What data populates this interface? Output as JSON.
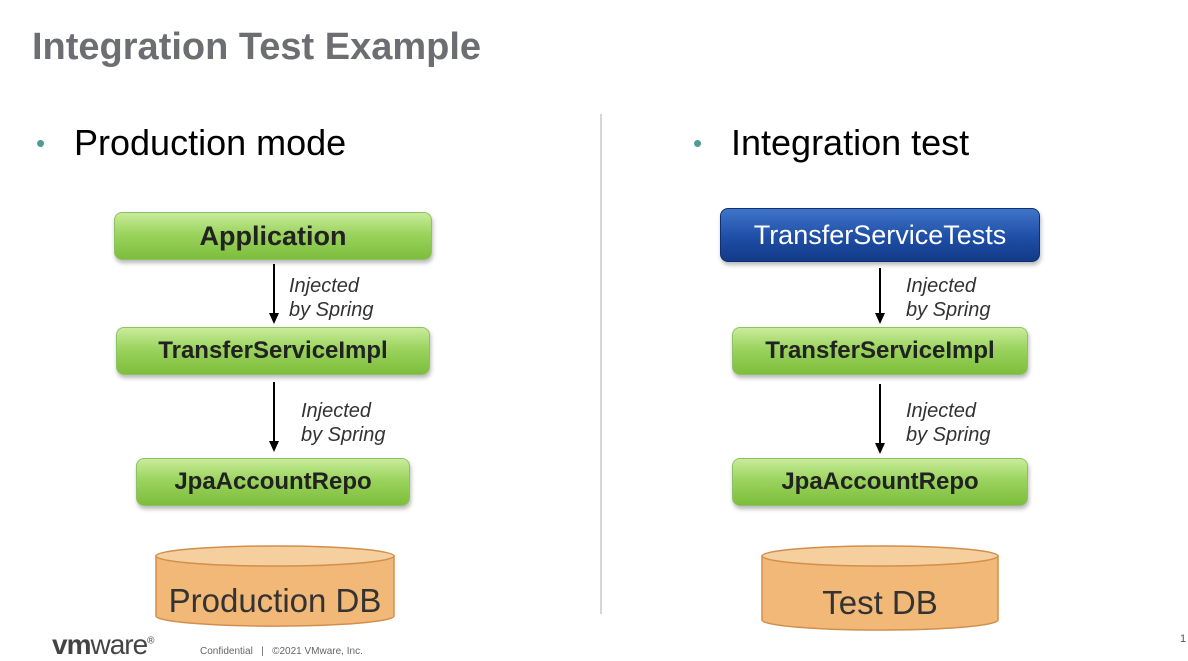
{
  "title": "Integration Test Example",
  "left": {
    "heading": "Production mode",
    "top_box": "Application",
    "middle_box": "TransferServiceImpl",
    "bottom_box": "JpaAccountRepo",
    "database": "Production DB",
    "arrow1_label": [
      "Injected",
      "by Spring"
    ],
    "arrow2_label": [
      "Injected",
      "by Spring"
    ]
  },
  "right": {
    "heading": "Integration test",
    "top_box": "TransferServiceTests",
    "middle_box": "TransferServiceImpl",
    "bottom_box": "JpaAccountRepo",
    "database": "Test DB",
    "arrow1_label": [
      "Injected",
      "by Spring"
    ],
    "arrow2_label": [
      "Injected",
      "by Spring"
    ]
  },
  "footer": {
    "logo_bold": "vm",
    "logo_rest": "ware",
    "logo_reg": "®",
    "confidential": "Confidential",
    "separator": "|",
    "copyright": "©2021 VMware, Inc.",
    "page_number": "1"
  },
  "colors": {
    "title": "#6d6e71",
    "bullet": "#4e9c93",
    "green_box": "#9bd45e",
    "blue_box": "#1e4ea6",
    "database": "#f1b877"
  }
}
